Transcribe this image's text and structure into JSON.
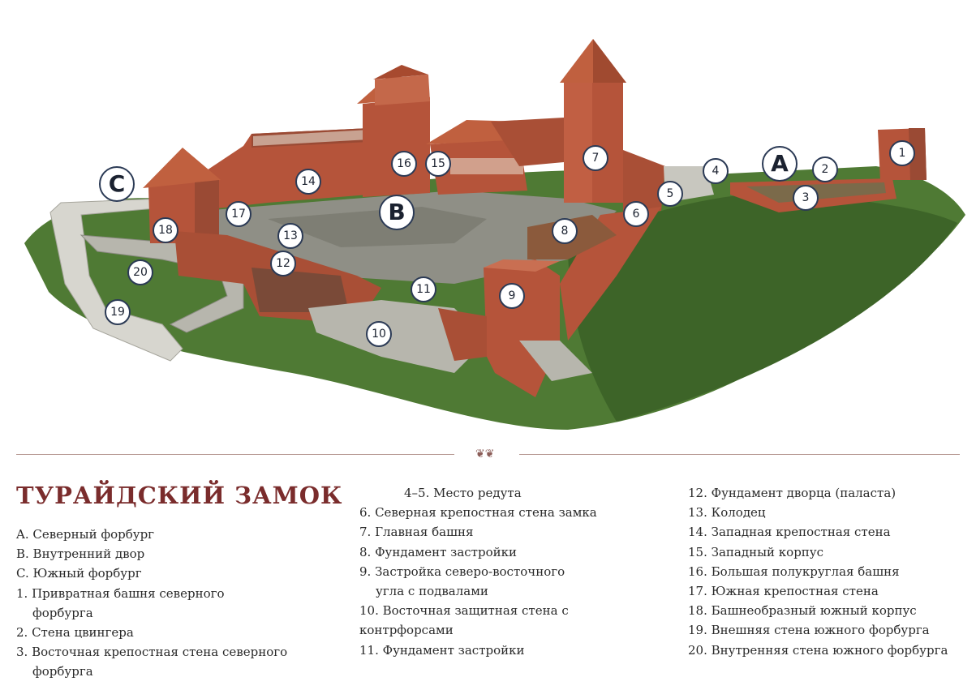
{
  "title": "ТУРАЙДСКИЙ ЗАМОК",
  "zone_markers": [
    "A",
    "B",
    "C"
  ],
  "number_markers": [
    "1",
    "2",
    "3",
    "4",
    "5",
    "6",
    "7",
    "8",
    "9",
    "10",
    "11",
    "12",
    "13",
    "14",
    "15",
    "16",
    "17",
    "18",
    "19",
    "20"
  ],
  "legend": {
    "col1": [
      "A. Северный форбург",
      "B. Внутренний двор",
      "C. Южный форбург",
      "1. Привратная башня северного",
      "форбурга",
      "2. Стена цвингера",
      "3. Восточная крепостная стена северного",
      "форбурга"
    ],
    "col2": [
      "4–5. Место редута",
      "6. Северная крепостная стена замка",
      "7. Главная башня",
      "8. Фундамент застройки",
      "9. Застройка северо-восточного",
      "угла с подвалами",
      "10. Восточная защитная стена с",
      "контрфорсами",
      "11. Фундамент застройки"
    ],
    "col3": [
      "12. Фундамент дворца (паласта)",
      "13. Колодец",
      "14. Западная крепостная стена",
      "15. Западный корпус",
      "16. Большая полукруглая башня",
      "17. Южная крепостная стена",
      "18. Башнеобразный южный корпус",
      "19. Внешняя стена южного форбурга",
      "20. Внутренняя стена южного форбурга"
    ]
  },
  "colors": {
    "brick": "#b5543a",
    "roof": "#c0603f",
    "stone": "#a9a9a4",
    "grass": "#4f7a34",
    "title": "#7a2c2c",
    "marker_border": "#2b3a55"
  },
  "icons": [
    "castle-illustration",
    "ornament-divider"
  ]
}
